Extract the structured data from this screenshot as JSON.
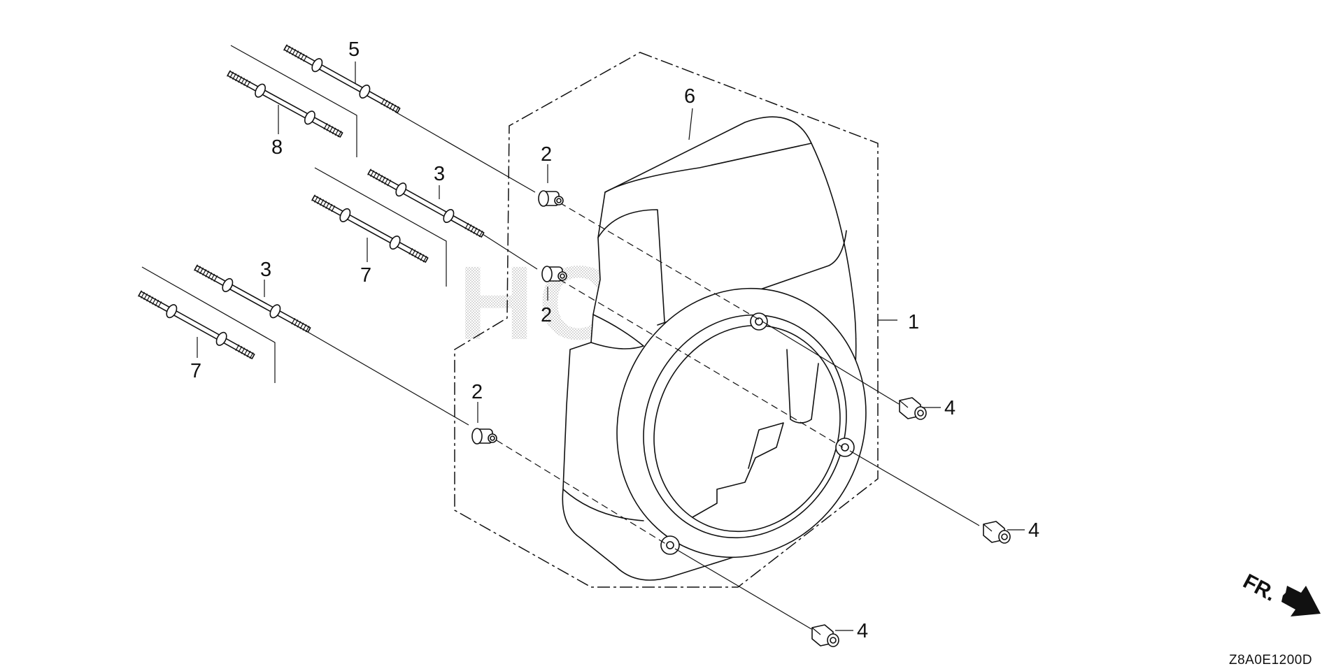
{
  "diagram": {
    "watermark": "HONDA",
    "drawing_code": "Z8A0E1200D",
    "direction_marker": "FR.",
    "callouts": {
      "fan_cover_assembly": "1",
      "collar_upper": "2",
      "collar_middle": "2",
      "collar_lower": "2",
      "stud_upper": "3",
      "stud_lower": "3",
      "nut_upper": "4",
      "nut_middle": "4",
      "nut_lower": "4",
      "stud_top": "5",
      "fan_cover": "6",
      "stud_middle_long": "7",
      "stud_lower_long": "7",
      "stud_top_long": "8"
    }
  },
  "colors": {
    "line": "#111111",
    "watermark": "#c9c9c9",
    "background": "#ffffff"
  }
}
